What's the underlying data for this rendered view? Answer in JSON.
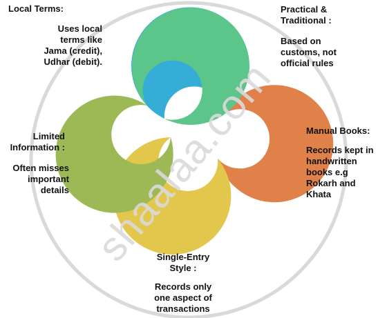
{
  "watermark": "shaalaa.com",
  "colors": {
    "blue": "#36ADD6",
    "orange": "#E0814A",
    "yellow": "#E3C64C",
    "olive": "#9DB955",
    "green": "#5CC68A",
    "watermark": "#D9D9D9"
  },
  "petals": [
    {
      "name": "local-terms",
      "color": "#36ADD6"
    },
    {
      "name": "practical-traditional",
      "color": "#E0814A"
    },
    {
      "name": "manual-books",
      "color": "#E3C64C"
    },
    {
      "name": "single-entry",
      "color": "#9DB955"
    },
    {
      "name": "limited-information",
      "color": "#5CC68A"
    }
  ],
  "items": [
    {
      "key": "local_terms",
      "title": "Local Terms:",
      "body": "Uses local\nterms like\nJama (credit),\nUdhar (debit)."
    },
    {
      "key": "practical",
      "title": "Practical &\nTraditional :",
      "body": "Based on\ncustoms, not\nofficial rules"
    },
    {
      "key": "manual",
      "title": "Manual Books:",
      "body": "Records kept in\nhandwritten\nbooks e.g\nRokarh and\nKhata"
    },
    {
      "key": "single_entry",
      "title": "Single-Entry\nStyle :",
      "body": "Records only\none aspect of\ntransactions"
    },
    {
      "key": "limited",
      "title": "Limited\nInformation :",
      "body": "Often misses\nimportant\ndetails"
    }
  ]
}
